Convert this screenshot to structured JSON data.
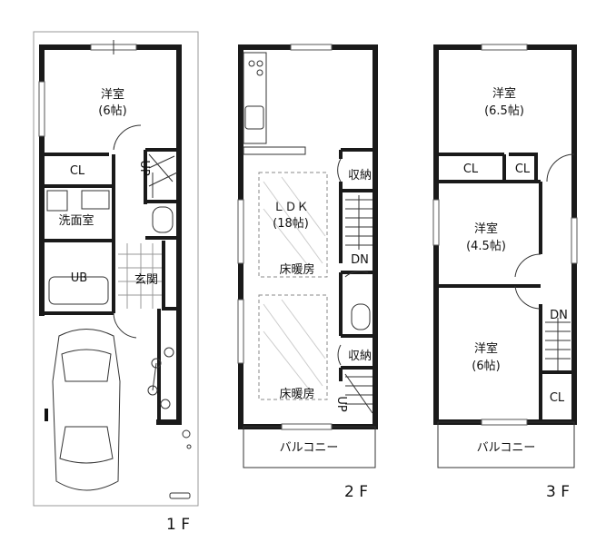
{
  "floor1": {
    "label": "1 F",
    "rooms": {
      "western": "洋室",
      "western_size": "(6帖)",
      "closet": "CL",
      "washroom": "洗面室",
      "bath": "UB",
      "entrance": "玄関",
      "up": "UP"
    }
  },
  "floor2": {
    "label": "2 F",
    "rooms": {
      "ldk": "ＬＤＫ",
      "ldk_size": "(18帖)",
      "floor_heating_1": "床暖房",
      "floor_heating_2": "床暖房",
      "storage_1": "収納",
      "storage_2": "収納",
      "dn": "DN",
      "up": "UP",
      "balcony": "バルコニー"
    }
  },
  "floor3": {
    "label": "3 F",
    "rooms": {
      "western_a": "洋室",
      "western_a_size": "(6.5帖)",
      "closet_a": "CL",
      "closet_b": "CL",
      "western_b": "洋室",
      "western_b_size": "(4.5帖)",
      "western_c": "洋室",
      "western_c_size": "(6帖)",
      "closet_c": "CL",
      "dn": "DN",
      "balcony": "バルコニー"
    }
  }
}
